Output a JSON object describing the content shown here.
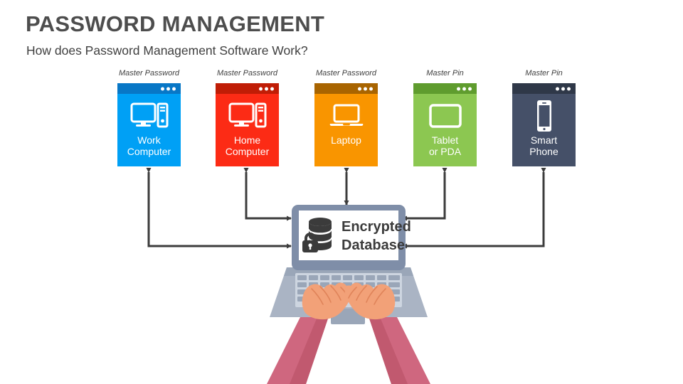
{
  "header": {
    "title": "PASSWORD MANAGEMENT",
    "subtitle": "How does Password Management Software Work?"
  },
  "devices": [
    {
      "caption": "Master Password",
      "label_line1": "Work",
      "label_line2": "Computer",
      "icon": "desktop-computer-icon",
      "body_color": "#00a0f5",
      "bar_color": "#0877c6"
    },
    {
      "caption": "Master Password",
      "label_line1": "Home",
      "label_line2": "Computer",
      "icon": "desktop-computer-icon",
      "body_color": "#fc2b15",
      "bar_color": "#c01d06"
    },
    {
      "caption": "Master Password",
      "label_line1": "Laptop",
      "label_line2": "",
      "icon": "laptop-icon",
      "body_color": "#f99500",
      "bar_color": "#a86400"
    },
    {
      "caption": "Master Pin",
      "label_line1": "Tablet",
      "label_line2": "or PDA",
      "icon": "tablet-icon",
      "body_color": "#8cc751",
      "bar_color": "#5f9c2e"
    },
    {
      "caption": "Master Pin",
      "label_line1": "Smart",
      "label_line2": "Phone",
      "icon": "smartphone-icon",
      "body_color": "#455068",
      "bar_color": "#2f3848"
    }
  ],
  "center": {
    "screen_line1": "Encrypted",
    "screen_line2": "Database",
    "icon": "database-lock-icon",
    "device": "laptop-with-hands-illustration",
    "bezel_color": "#7f8ea8",
    "screen_color": "#ffffff",
    "text_color": "#3b3b3b"
  },
  "connectors": {
    "color": "#3c3c3c",
    "links": [
      {
        "from": "Work Computer",
        "to": "Encrypted Database",
        "style": "elbow-left-lower"
      },
      {
        "from": "Home Computer",
        "to": "Encrypted Database",
        "style": "elbow-left-upper"
      },
      {
        "from": "Laptop",
        "to": "Encrypted Database",
        "style": "straight-vertical"
      },
      {
        "from": "Tablet or PDA",
        "to": "Encrypted Database",
        "style": "elbow-right-upper"
      },
      {
        "from": "Smart Phone",
        "to": "Encrypted Database",
        "style": "elbow-right-lower"
      }
    ]
  }
}
